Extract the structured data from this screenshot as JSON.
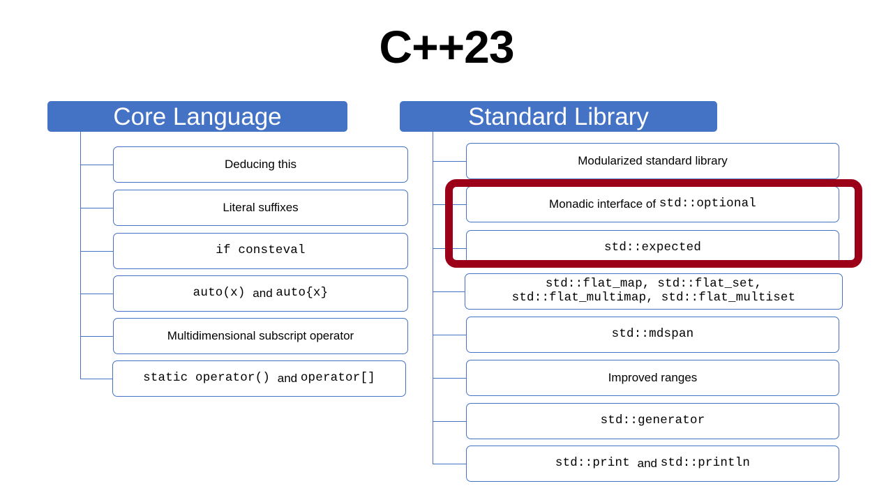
{
  "slide": {
    "title": "C++23",
    "accent_blue": "#4472C4",
    "highlight_red": "#9C0018",
    "background": "#FFFFFF"
  },
  "columns": [
    {
      "id": "core-language",
      "header": "Core Language",
      "items": [
        {
          "id": "deducing-this",
          "text": "Deducing this",
          "style": "prose"
        },
        {
          "id": "literal-suffixes",
          "text": "Literal suffixes",
          "style": "prose"
        },
        {
          "id": "if-consteval",
          "text": "if consteval",
          "style": "mono"
        },
        {
          "id": "auto-paren-brace",
          "style": "mixed",
          "parts": [
            {
              "text": "auto(x) ",
              "mono": true
            },
            {
              "text": "and ",
              "mono": false
            },
            {
              "text": "auto{x}",
              "mono": true
            }
          ],
          "text": "auto(x) and auto{x}"
        },
        {
          "id": "multidimensional-subscript-operator",
          "text": "Multidimensional subscript operator",
          "style": "prose"
        },
        {
          "id": "static-operator",
          "style": "mixed",
          "parts": [
            {
              "text": "static operator() ",
              "mono": true
            },
            {
              "text": "and ",
              "mono": false
            },
            {
              "text": "operator[]",
              "mono": true
            }
          ],
          "text": "static operator() and operator[]"
        }
      ]
    },
    {
      "id": "standard-library",
      "header": "Standard Library",
      "items": [
        {
          "id": "modularized-standard-library",
          "text": "Modularized standard library",
          "style": "prose"
        },
        {
          "id": "monadic-interface-optional",
          "style": "mixed",
          "highlighted": true,
          "parts": [
            {
              "text": "Monadic interface of ",
              "mono": false
            },
            {
              "text": "std::optional",
              "mono": true
            }
          ],
          "text": "Monadic interface of std::optional"
        },
        {
          "id": "std-expected",
          "text": "std::expected",
          "style": "mono",
          "highlighted": true
        },
        {
          "id": "flat-containers",
          "style": "mono",
          "text": "std::flat_map, std::flat_set,\nstd::flat_multimap, std::flat_multiset"
        },
        {
          "id": "std-mdspan",
          "text": "std::mdspan",
          "style": "mono"
        },
        {
          "id": "improved-ranges",
          "text": "Improved ranges",
          "style": "prose"
        },
        {
          "id": "std-generator",
          "text": "std::generator",
          "style": "mono"
        },
        {
          "id": "std-print-println",
          "style": "mixed",
          "parts": [
            {
              "text": "std::print ",
              "mono": true
            },
            {
              "text": "and ",
              "mono": false
            },
            {
              "text": "std::println",
              "mono": true
            }
          ],
          "text": "std::print and std::println"
        }
      ]
    }
  ]
}
